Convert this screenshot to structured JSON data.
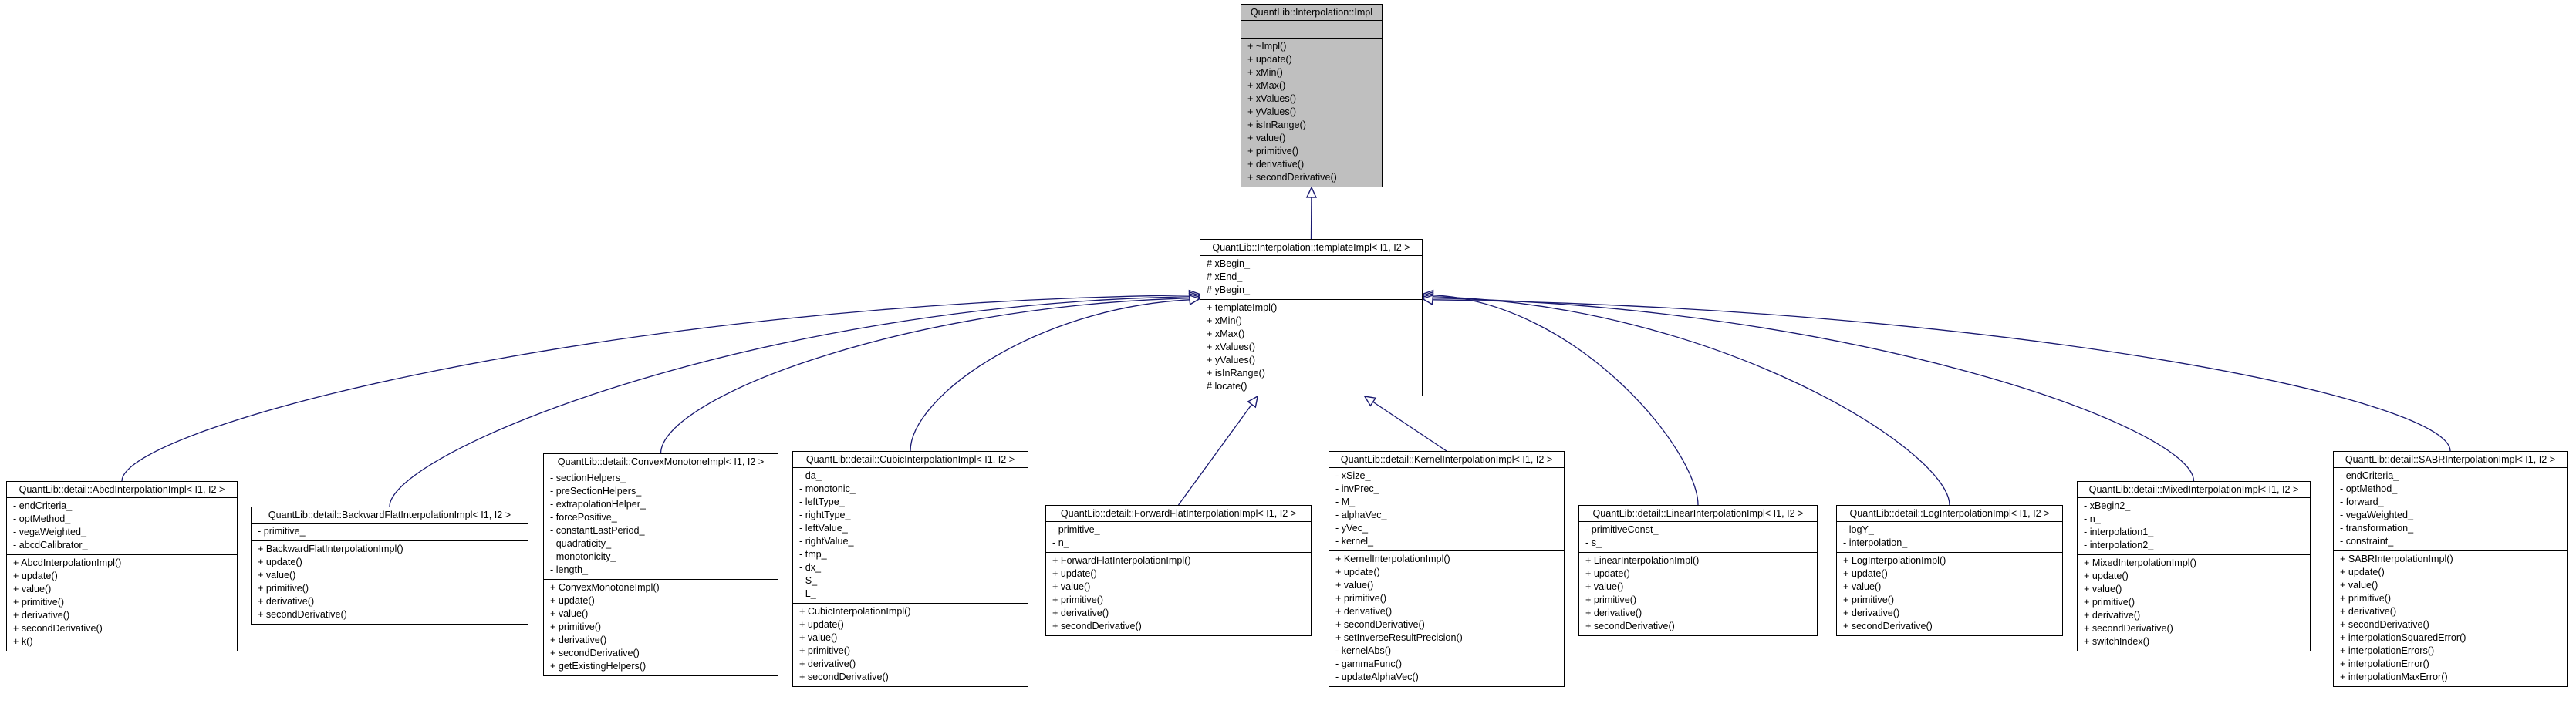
{
  "colors": {
    "edge": "#191970",
    "base_fill": "#bfbfbf",
    "node_fill": "#ffffff",
    "border": "#000000"
  },
  "base": {
    "title": "QuantLib::Interpolation::Impl",
    "attributes": [],
    "methods": [
      "+ ~Impl()",
      "+ update()",
      "+ xMin()",
      "+ xMax()",
      "+ xValues()",
      "+ yValues()",
      "+ isInRange()",
      "+ value()",
      "+ primitive()",
      "+ derivative()",
      "+ secondDerivative()"
    ]
  },
  "template": {
    "title": "QuantLib::Interpolation::templateImpl< I1, I2 >",
    "attributes": [
      "# xBegin_",
      "# xEnd_",
      "# yBegin_"
    ],
    "methods": [
      "+ templateImpl()",
      "+ xMin()",
      "+ xMax()",
      "+ xValues()",
      "+ yValues()",
      "+ isInRange()",
      "# locate()"
    ]
  },
  "derived": [
    {
      "title": "QuantLib::detail::AbcdInterpolationImpl< I1, I2 >",
      "attributes": [
        "- endCriteria_",
        "- optMethod_",
        "- vegaWeighted_",
        "- abcdCalibrator_"
      ],
      "methods": [
        "+ AbcdInterpolationImpl()",
        "+ update()",
        "+ value()",
        "+ primitive()",
        "+ derivative()",
        "+ secondDerivative()",
        "+ k()"
      ]
    },
    {
      "title": "QuantLib::detail::BackwardFlatInterpolationImpl< I1, I2 >",
      "attributes": [
        "- primitive_"
      ],
      "methods": [
        "+ BackwardFlatInterpolationImpl()",
        "+ update()",
        "+ value()",
        "+ primitive()",
        "+ derivative()",
        "+ secondDerivative()"
      ]
    },
    {
      "title": "QuantLib::detail::ConvexMonotoneImpl< I1, I2 >",
      "attributes": [
        "- sectionHelpers_",
        "- preSectionHelpers_",
        "- extrapolationHelper_",
        "- forcePositive_",
        "- constantLastPeriod_",
        "- quadraticity_",
        "- monotonicity_",
        "- length_"
      ],
      "methods": [
        "+ ConvexMonotoneImpl()",
        "+ update()",
        "+ value()",
        "+ primitive()",
        "+ derivative()",
        "+ secondDerivative()",
        "+ getExistingHelpers()"
      ]
    },
    {
      "title": "QuantLib::detail::CubicInterpolationImpl< I1, I2 >",
      "attributes": [
        "- da_",
        "- monotonic_",
        "- leftType_",
        "- rightType_",
        "- leftValue_",
        "- rightValue_",
        "- tmp_",
        "- dx_",
        "- S_",
        "- L_"
      ],
      "methods": [
        "+ CubicInterpolationImpl()",
        "+ update()",
        "+ value()",
        "+ primitive()",
        "+ derivative()",
        "+ secondDerivative()"
      ]
    },
    {
      "title": "QuantLib::detail::ForwardFlatInterpolationImpl< I1, I2 >",
      "attributes": [
        "- primitive_",
        "- n_"
      ],
      "methods": [
        "+ ForwardFlatInterpolationImpl()",
        "+ update()",
        "+ value()",
        "+ primitive()",
        "+ derivative()",
        "+ secondDerivative()"
      ]
    },
    {
      "title": "QuantLib::detail::KernelInterpolationImpl< I1, I2 >",
      "attributes": [
        "- xSize_",
        "- invPrec_",
        "- M_",
        "- alphaVec_",
        "- yVec_",
        "- kernel_"
      ],
      "methods": [
        "+ KernelInterpolationImpl()",
        "+ update()",
        "+ value()",
        "+ primitive()",
        "+ derivative()",
        "+ secondDerivative()",
        "+ setInverseResultPrecision()",
        "- kernelAbs()",
        "- gammaFunc()",
        "- updateAlphaVec()"
      ]
    },
    {
      "title": "QuantLib::detail::LinearInterpolationImpl< I1, I2 >",
      "attributes": [
        "- primitiveConst_",
        "- s_"
      ],
      "methods": [
        "+ LinearInterpolationImpl()",
        "+ update()",
        "+ value()",
        "+ primitive()",
        "+ derivative()",
        "+ secondDerivative()"
      ]
    },
    {
      "title": "QuantLib::detail::LogInterpolationImpl< I1, I2 >",
      "attributes": [
        "- logY_",
        "- interpolation_"
      ],
      "methods": [
        "+ LogInterpolationImpl()",
        "+ update()",
        "+ value()",
        "+ primitive()",
        "+ derivative()",
        "+ secondDerivative()"
      ]
    },
    {
      "title": "QuantLib::detail::MixedInterpolationImpl< I1, I2 >",
      "attributes": [
        "- xBegin2_",
        "- n_",
        "- interpolation1_",
        "- interpolation2_"
      ],
      "methods": [
        "+ MixedInterpolationImpl()",
        "+ update()",
        "+ value()",
        "+ primitive()",
        "+ derivative()",
        "+ secondDerivative()",
        "+ switchIndex()"
      ]
    },
    {
      "title": "QuantLib::detail::SABRInterpolationImpl< I1, I2 >",
      "attributes": [
        "- endCriteria_",
        "- optMethod_",
        "- forward_",
        "- vegaWeighted_",
        "- transformation_",
        "- constraint_"
      ],
      "methods": [
        "+ SABRInterpolationImpl()",
        "+ update()",
        "+ value()",
        "+ primitive()",
        "+ derivative()",
        "+ secondDerivative()",
        "+ interpolationSquaredError()",
        "+ interpolationErrors()",
        "+ interpolationError()",
        "+ interpolationMaxError()"
      ]
    }
  ]
}
